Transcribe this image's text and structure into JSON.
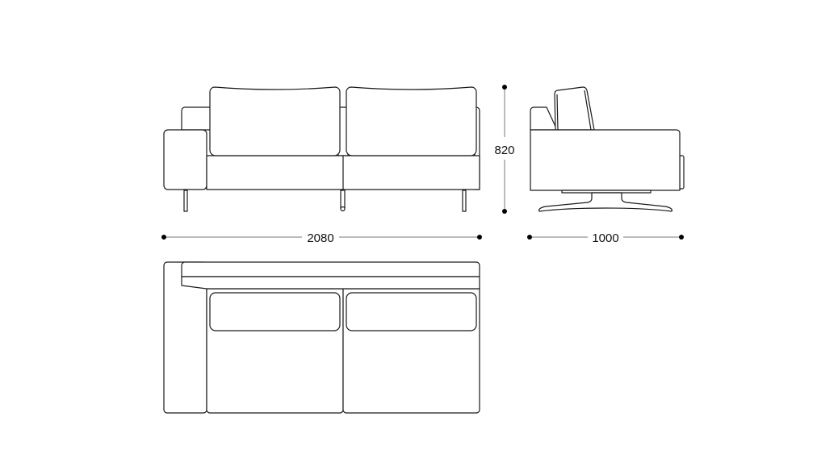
{
  "dimensions": {
    "width": "2080",
    "height": "820",
    "depth": "1000"
  }
}
